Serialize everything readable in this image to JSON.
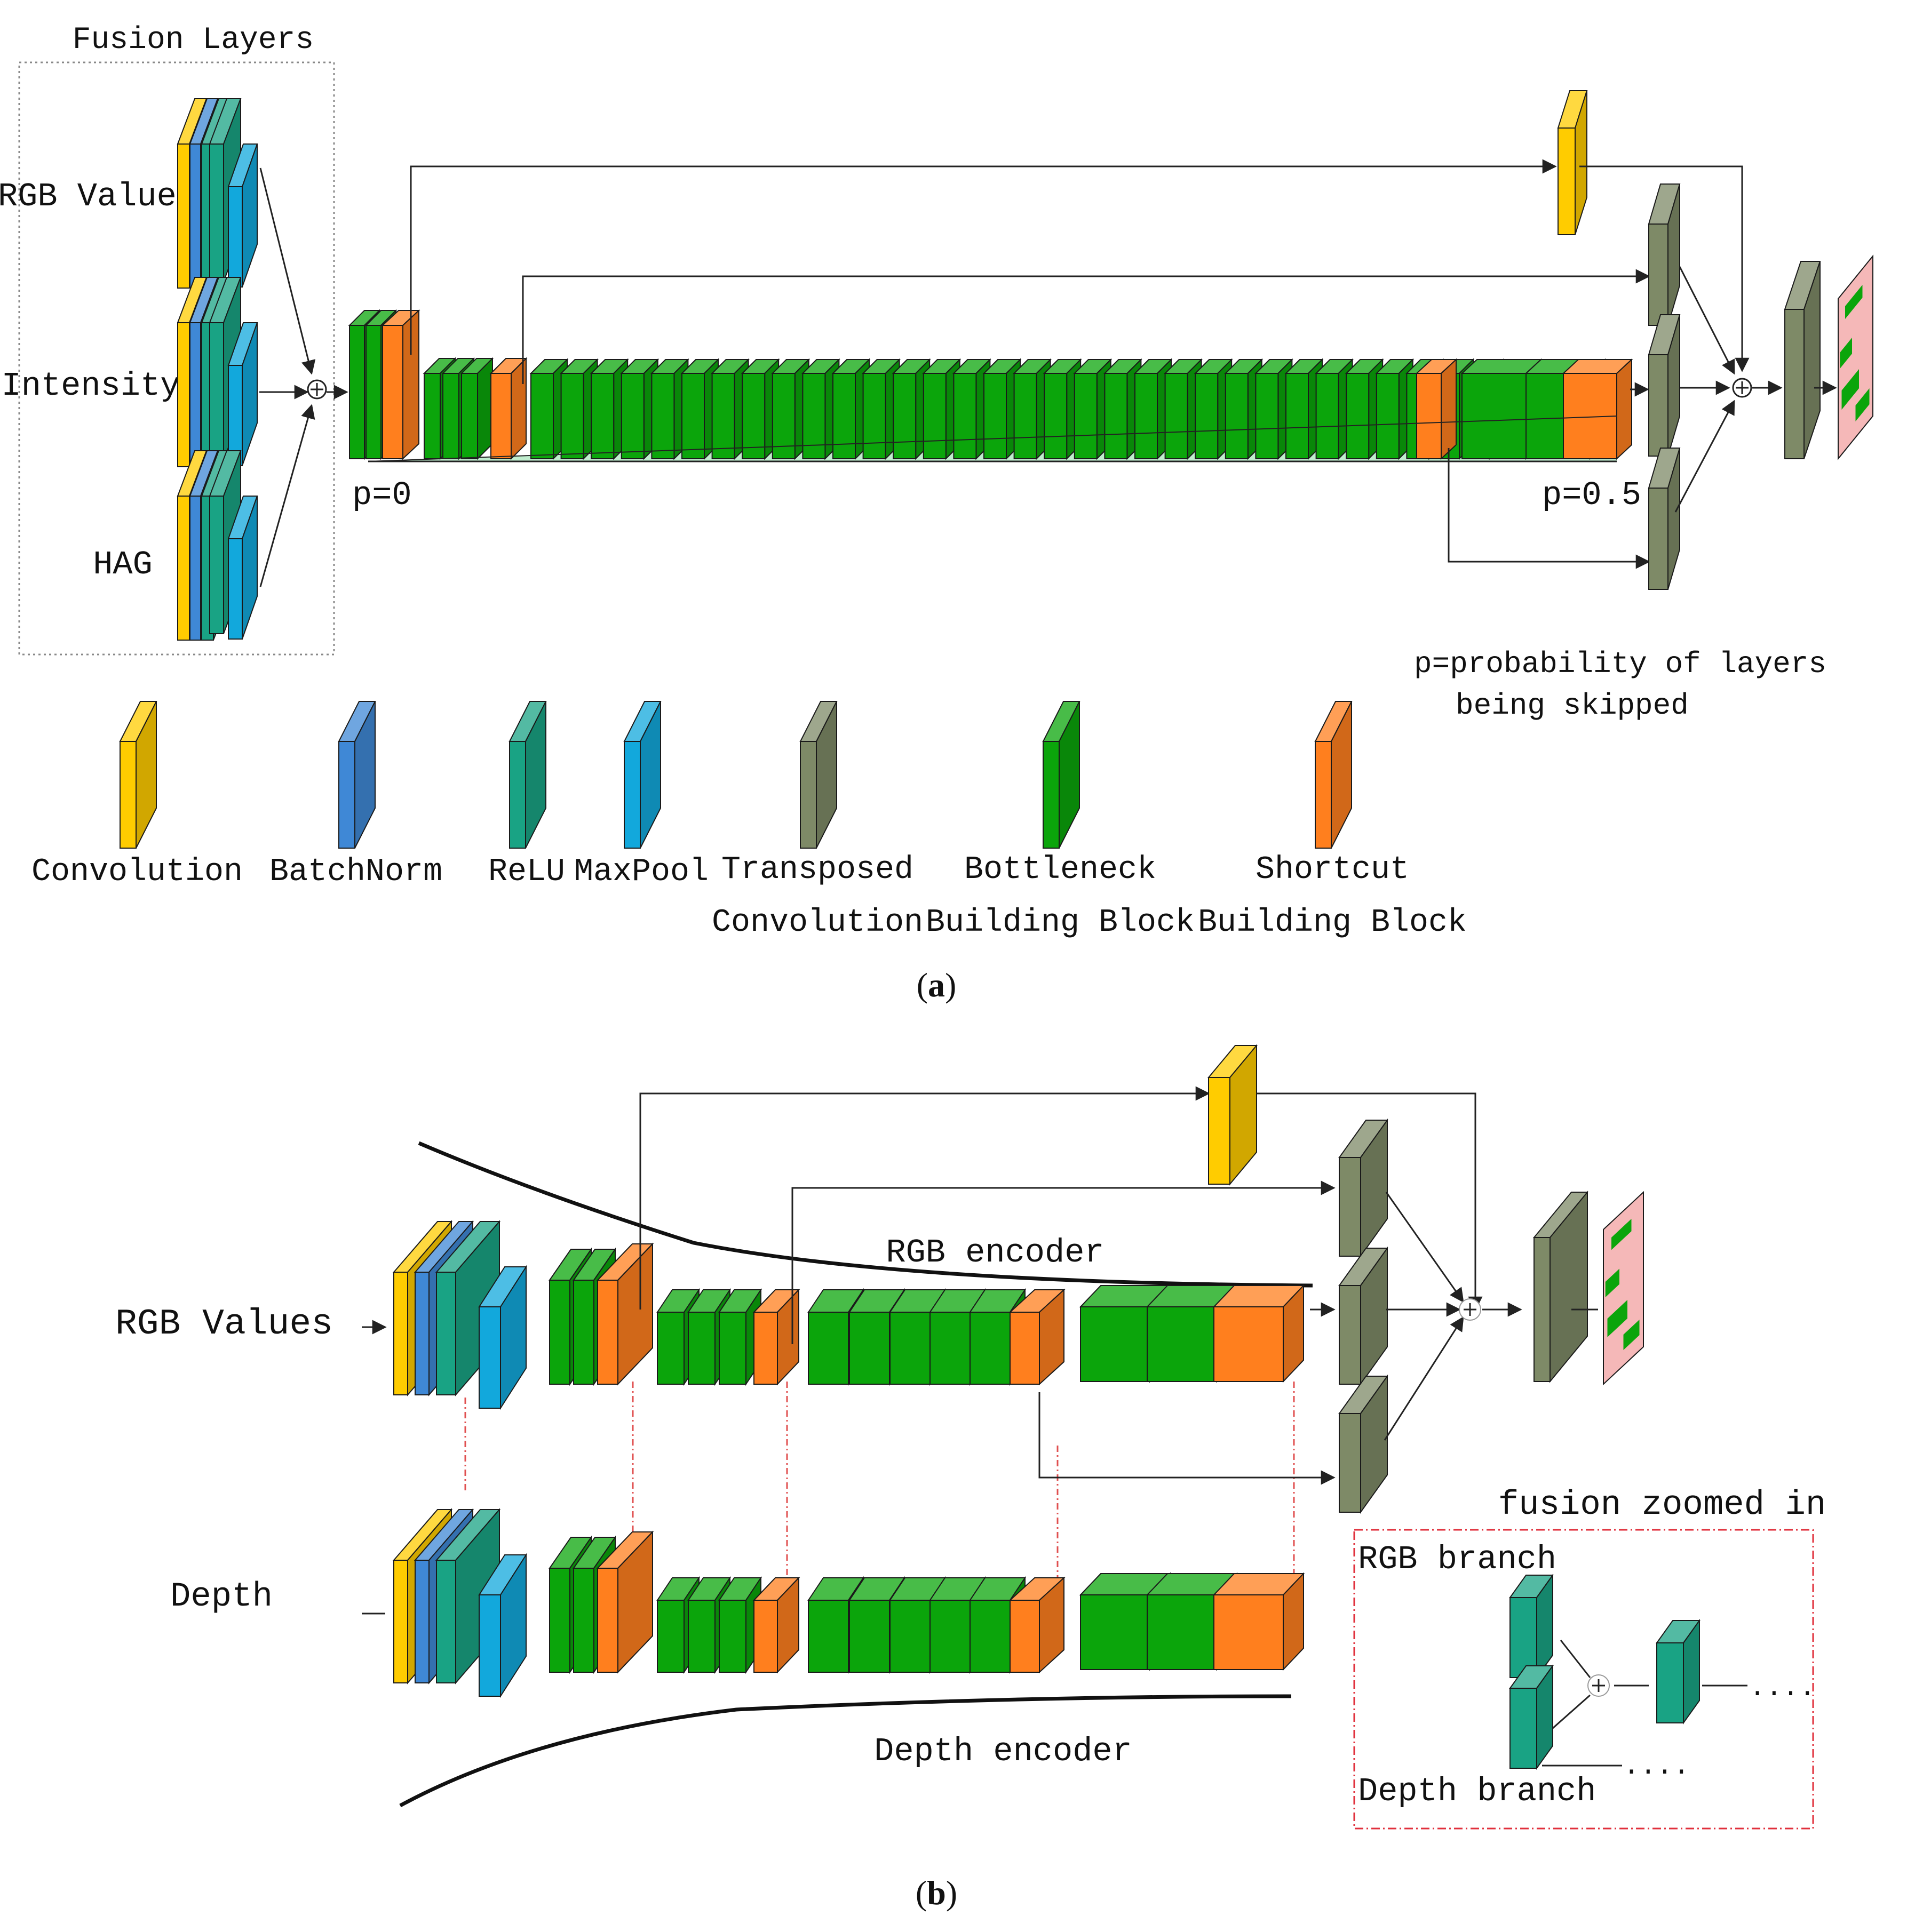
{
  "panel_a": {
    "fusion_title": "Fusion Layers",
    "inputs": [
      "RGB Values",
      "Intensity",
      "HAG"
    ],
    "p_start": "p=0",
    "p_end": "p=0.5",
    "p_note_line1": "p=probability of layers",
    "p_note_line2": "being skipped",
    "caption_open": "(",
    "caption_letter": "a",
    "caption_close": ")"
  },
  "legend": {
    "items": [
      {
        "label1": "Convolution",
        "label2": "",
        "color": "#FFCC00"
      },
      {
        "label1": "BatchNorm",
        "label2": "",
        "color": "#3F88D6"
      },
      {
        "label1": "ReLU",
        "label2": "",
        "color": "#19A384"
      },
      {
        "label1": "MaxPool",
        "label2": "",
        "color": "#12A8DC"
      },
      {
        "label1": "Transposed",
        "label2": "Convolution",
        "color": "#7E8A67"
      },
      {
        "label1": "Bottleneck",
        "label2": "Building Block",
        "color": "#0BA50B"
      },
      {
        "label1": "Shortcut",
        "label2": "Building Block",
        "color": "#FF7F1E"
      }
    ]
  },
  "panel_b": {
    "rgb_input": "RGB Values",
    "depth_input": "Depth",
    "rgb_encoder": "RGB encoder",
    "depth_encoder": "Depth encoder",
    "zoom_title": "fusion zoomed in",
    "zoom_rgb": "RGB branch",
    "zoom_depth": "Depth branch",
    "zoom_dots1": "....",
    "zoom_dots2": "....",
    "caption_open": "(",
    "caption_letter": "b",
    "caption_close": ")"
  },
  "colors": {
    "convolution": "#FFCC00",
    "batchnorm": "#3F88D6",
    "relu": "#19A384",
    "maxpool": "#12A8DC",
    "transposed": "#7E8A67",
    "bottleneck": "#0BA50B",
    "shortcut": "#FF7F1E",
    "fusion_box_border": "#E0303C",
    "output_pink": "#F5B8B8"
  }
}
